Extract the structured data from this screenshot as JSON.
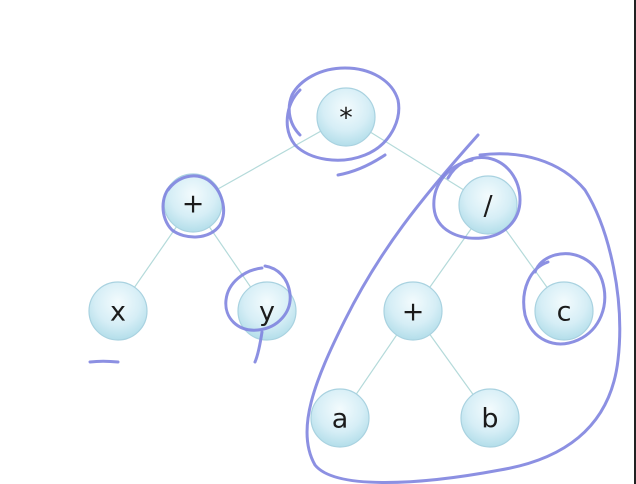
{
  "tree": {
    "nodes": [
      {
        "id": "root",
        "label": "*"
      },
      {
        "id": "plus-left",
        "label": "+"
      },
      {
        "id": "divide",
        "label": "/"
      },
      {
        "id": "x",
        "label": "x"
      },
      {
        "id": "y",
        "label": "y"
      },
      {
        "id": "plus-right",
        "label": "+"
      },
      {
        "id": "c",
        "label": "c"
      },
      {
        "id": "a",
        "label": "a"
      },
      {
        "id": "b",
        "label": "b"
      }
    ],
    "edges": [
      [
        "root",
        "plus-left"
      ],
      [
        "root",
        "divide"
      ],
      [
        "plus-left",
        "x"
      ],
      [
        "plus-left",
        "y"
      ],
      [
        "divide",
        "plus-right"
      ],
      [
        "divide",
        "c"
      ],
      [
        "plus-right",
        "a"
      ],
      [
        "plus-right",
        "b"
      ]
    ]
  },
  "colors": {
    "node_fill_top": "#eef8fb",
    "node_fill_bottom": "#b6e0ec",
    "edge": "#b4dada",
    "ink": "#7f84df",
    "label": "#1b1b1b"
  }
}
